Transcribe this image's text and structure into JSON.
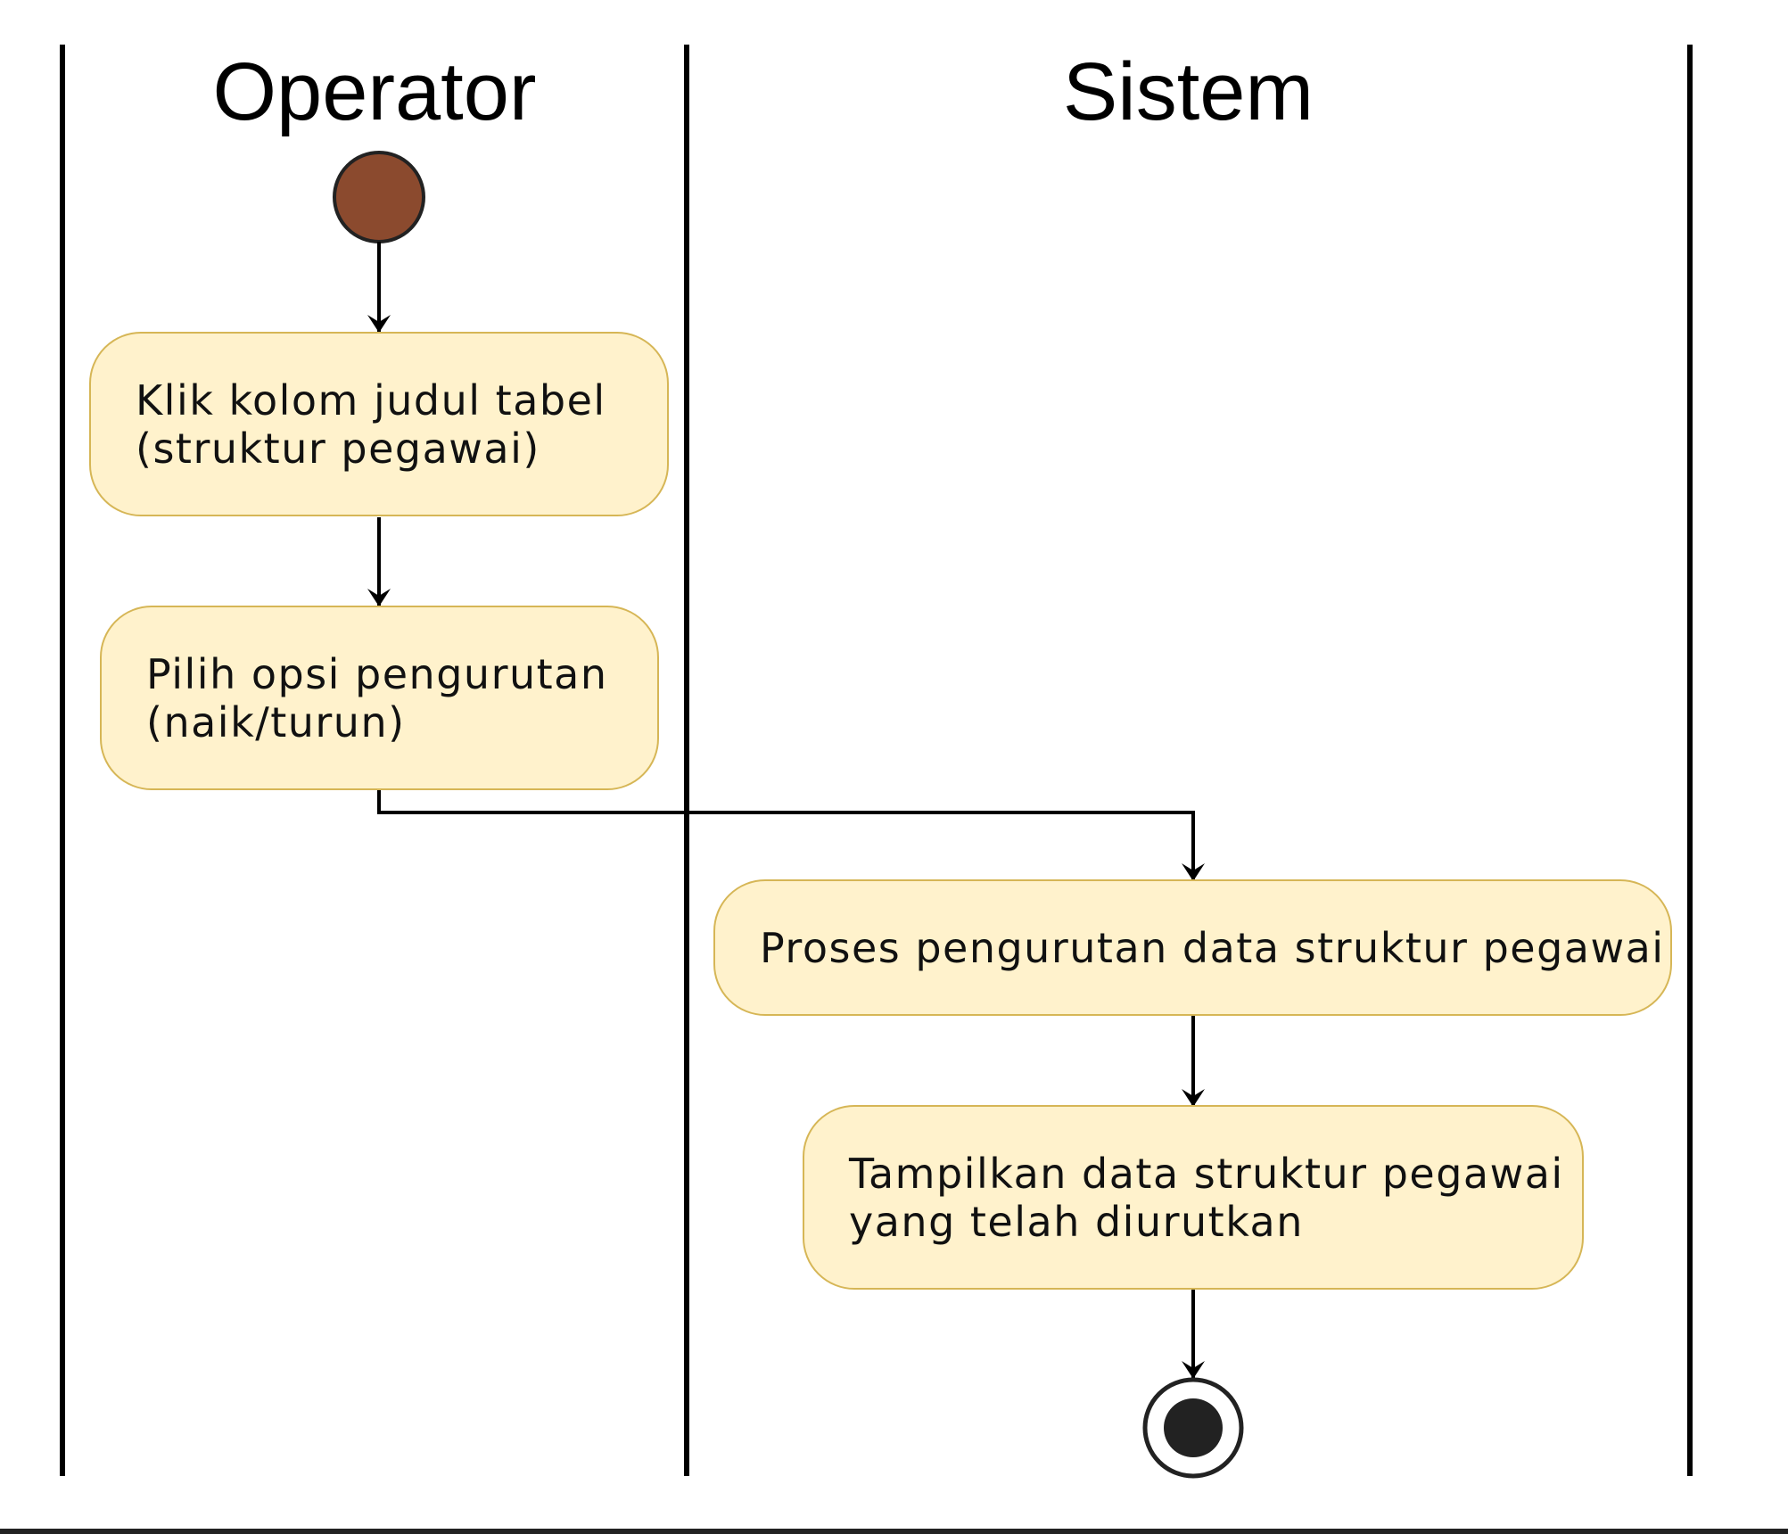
{
  "lanes": [
    {
      "title": "Operator"
    },
    {
      "title": "Sistem"
    }
  ],
  "activities": [
    {
      "text": "Klik kolom judul tabel\n(struktur pegawai)"
    },
    {
      "text": "Pilih opsi pengurutan\n(naik/turun)"
    },
    {
      "text": "Proses pengurutan data struktur pegawai"
    },
    {
      "text": "Tampilkan data struktur pegawai\nyang telah diurutkan"
    }
  ],
  "colors": {
    "activity_fill": "#fff2cc",
    "activity_stroke": "#d6b656",
    "start_node": "#8b4a2e",
    "end_node": "#222222",
    "lines": "#000000"
  }
}
